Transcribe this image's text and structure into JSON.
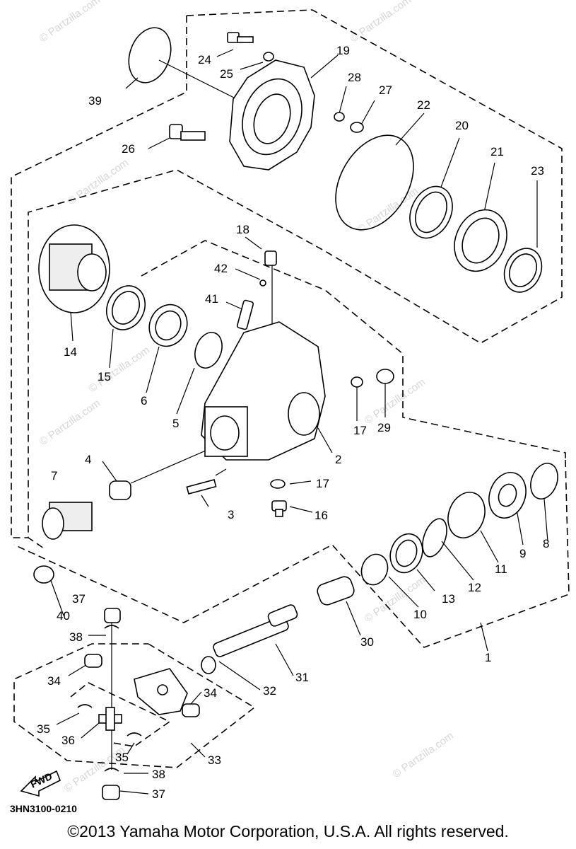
{
  "diagram": {
    "part_numbers": [
      "1",
      "2",
      "3",
      "4",
      "5",
      "6",
      "7",
      "8",
      "9",
      "10",
      "11",
      "12",
      "13",
      "14",
      "15",
      "16",
      "17",
      "17",
      "18",
      "19",
      "20",
      "21",
      "22",
      "23",
      "24",
      "25",
      "26",
      "27",
      "28",
      "29",
      "30",
      "31",
      "32",
      "33",
      "34",
      "34",
      "35",
      "35",
      "36",
      "37",
      "37",
      "38",
      "38",
      "39",
      "40",
      "41",
      "42"
    ],
    "direction_label": "FWD",
    "drawing_code": "3HN3100-0210",
    "watermark": "© Partzilla.com"
  },
  "footer": {
    "copyright": "©2013  Yamaha Motor Corporation, U.S.A. All rights reserved."
  }
}
